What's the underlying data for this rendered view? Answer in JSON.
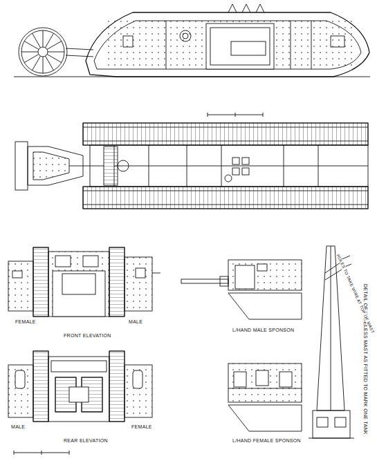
{
  "diagram": {
    "labels": [
      "FEMALE",
      "MALE",
      "FRONT ELEVATION",
      "L/HAND MALE SPONSON",
      "MALE",
      "FEMALE",
      "REAR ELEVATION",
      "L/HAND FEMALE SPONSON",
      "DETAIL OF WIRELESS MAST AS FITTED TO MARK ONE TANK",
      "HOLES TO TAKE WIRE AT TOP OF MAST"
    ]
  }
}
